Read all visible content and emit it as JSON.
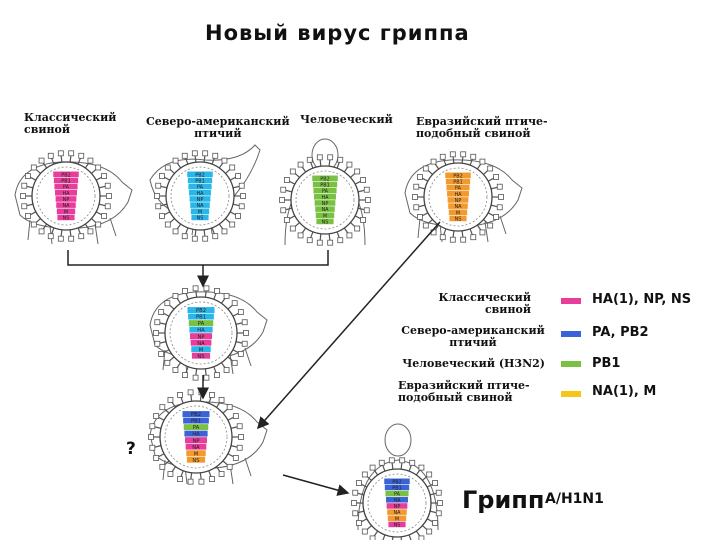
{
  "title": "Новый вирус гриппа",
  "sources": {
    "classic_swine": "Классический\nсвиной",
    "na_avian": "Северо-американский\nптичий",
    "human": "Человеческий",
    "eurasian": "Евразийский птиче-\nподобный свиной"
  },
  "legend": [
    {
      "label": "Классический\nсвиной",
      "color": "#e83e9b",
      "segments": "HA(1), NP, NS"
    },
    {
      "label": "Северо-американский\nптичий",
      "color": "#3a63d8",
      "segments": "PA, PB2"
    },
    {
      "label": "Человеческий (H3N2)",
      "color": "#7ac143",
      "segments": "PB1"
    },
    {
      "label": "Евразийский птиче-\nподобный свиной",
      "color": "#f5c518",
      "segments": "NA(1), M"
    }
  ],
  "question_mark": "?",
  "result": {
    "label": "Грипп",
    "subtype": "A/H1N1"
  },
  "segment_labels": [
    "PB2",
    "PB1",
    "PA",
    "HA",
    "NP",
    "NA",
    "M",
    "NS"
  ],
  "colors": {
    "pink": "#e83e9b",
    "blue": "#3a63d8",
    "cyan": "#29b6e8",
    "green": "#7ac143",
    "orange": "#f39a2e",
    "yellow": "#f5c518"
  }
}
